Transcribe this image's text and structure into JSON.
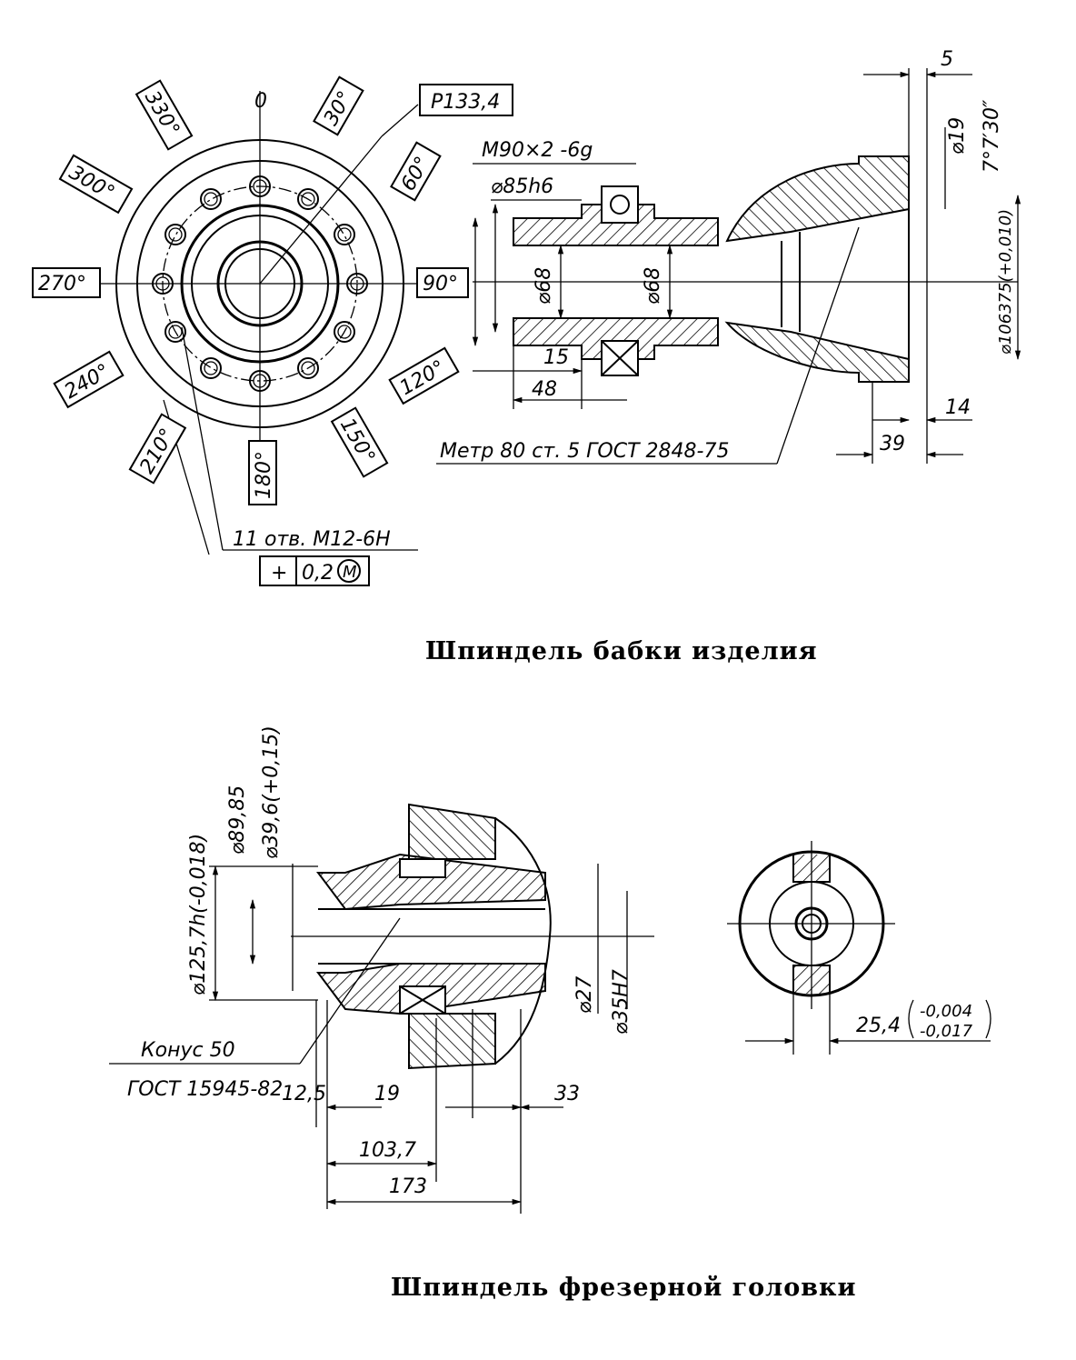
{
  "top_drawing": {
    "caption": "Шпиндель бабки изделия",
    "angles": [
      "0",
      "30°",
      "60°",
      "90°",
      "120°",
      "150°",
      "180°",
      "210°",
      "240°",
      "270°",
      "300°",
      "330°"
    ],
    "pcd_label": "P133,4",
    "thread_label": "M90×2 -6g",
    "diameter_label": "⌀85h6",
    "bore_1": "⌀68",
    "bore_2": "⌀68",
    "dim_15": "15",
    "dim_48": "48",
    "holes_note": "11 отв. M12-6H",
    "tolerance_symbol": "+",
    "tolerance_value": "0,2",
    "tolerance_modifier": "M",
    "taper_note": "Метр 80 ст. 5 ГОСТ 2848-75",
    "dim_5": "5",
    "dim_d19": "⌀19",
    "angle_label": "7°7′30″",
    "big_diameter": "⌀106375(+0,010)",
    "dim_14": "14",
    "dim_39": "39"
  },
  "bottom_drawing": {
    "caption": "Шпиндель фрезерной головки",
    "d12575": "⌀125,7h(-0,018)",
    "d8985": "⌀89,85",
    "d396": "⌀39,6(+0,15)",
    "cone_label": "Конус 50",
    "gost_label": "ГОСТ 15945-82",
    "dim_125": "12,5",
    "dim_19": "19",
    "dim_33": "33",
    "dim_1037": "103,7",
    "dim_173": "173",
    "d27": "⌀27",
    "d35h7": "⌀35H7",
    "key_width": "25,4",
    "key_tol_upper": "-0,004",
    "key_tol_lower": "-0,017"
  }
}
